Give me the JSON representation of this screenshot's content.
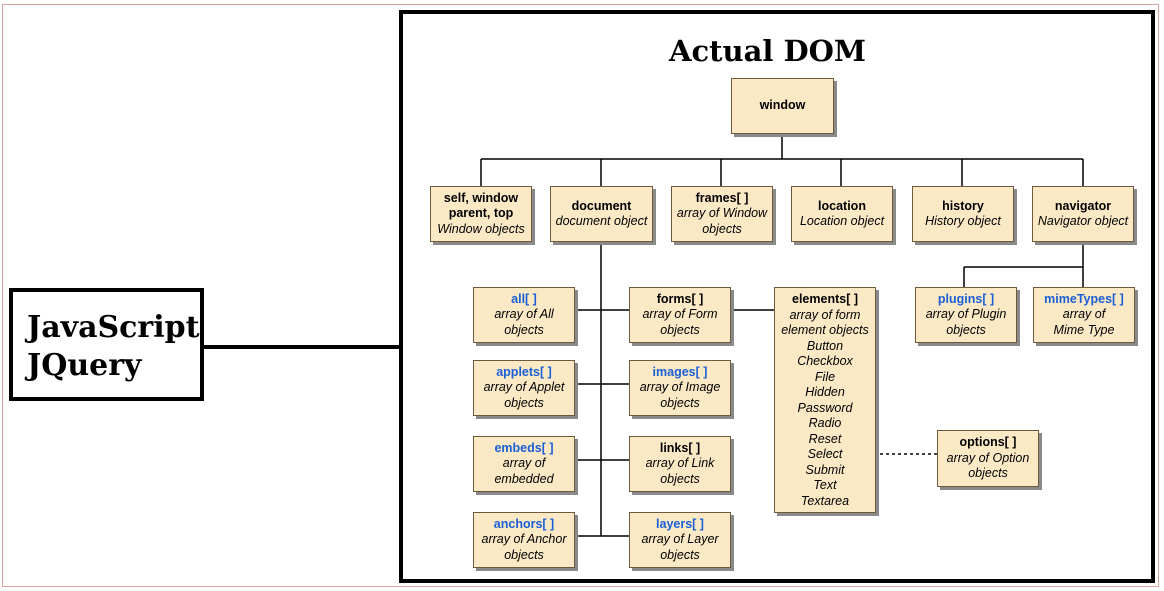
{
  "left_label": {
    "line1": "JavaScript",
    "line2": "JQuery"
  },
  "diagram_title": "Actual DOM",
  "nodes": {
    "window": {
      "name": "window",
      "desc": ""
    },
    "self": {
      "name": "self, window",
      "name2": "parent, top",
      "desc": "Window objects"
    },
    "document": {
      "name": "document",
      "desc": "document object"
    },
    "frames": {
      "name": "frames[ ]",
      "desc": "array of Window",
      "desc2": "objects"
    },
    "location": {
      "name": "location",
      "desc": "Location object"
    },
    "history": {
      "name": "history",
      "desc": "History object"
    },
    "navigator": {
      "name": "navigator",
      "desc": "Navigator object"
    },
    "all": {
      "name": "all[ ]",
      "desc": "array of All",
      "desc2": "objects"
    },
    "applets": {
      "name": "applets[ ]",
      "desc": "array of Applet",
      "desc2": "objects"
    },
    "embeds": {
      "name": "embeds[ ]",
      "desc": "array of",
      "desc2": "embedded"
    },
    "anchors": {
      "name": "anchors[ ]",
      "desc": "array of Anchor",
      "desc2": "objects"
    },
    "forms": {
      "name": "forms[ ]",
      "desc": "array of Form",
      "desc2": "objects"
    },
    "images": {
      "name": "images[ ]",
      "desc": "array of Image",
      "desc2": "objects"
    },
    "links": {
      "name": "links[ ]",
      "desc": "array of Link",
      "desc2": "objects"
    },
    "layers": {
      "name": "layers[ ]",
      "desc": "array of Layer",
      "desc2": "objects"
    },
    "elements": {
      "name": "elements[ ]",
      "desc": "array of form",
      "desc2": "element objects",
      "items": [
        "Button",
        "Checkbox",
        "File",
        "Hidden",
        "Password",
        "Radio",
        "Reset",
        "Select",
        "Submit",
        "Text",
        "Textarea"
      ]
    },
    "plugins": {
      "name": "plugins[ ]",
      "desc": "array of Plugin",
      "desc2": "objects"
    },
    "mimetypes": {
      "name": "mimeTypes[ ]",
      "desc": "array of",
      "desc2": "Mime Type"
    },
    "options": {
      "name": "options[ ]",
      "desc": "array of Option",
      "desc2": "objects"
    }
  },
  "colors": {
    "node_fill": "#fbe9c6",
    "node_border": "#6e5a3c",
    "highlight_text": "#1a5fd6",
    "frame_border": "#d9a3a3"
  }
}
